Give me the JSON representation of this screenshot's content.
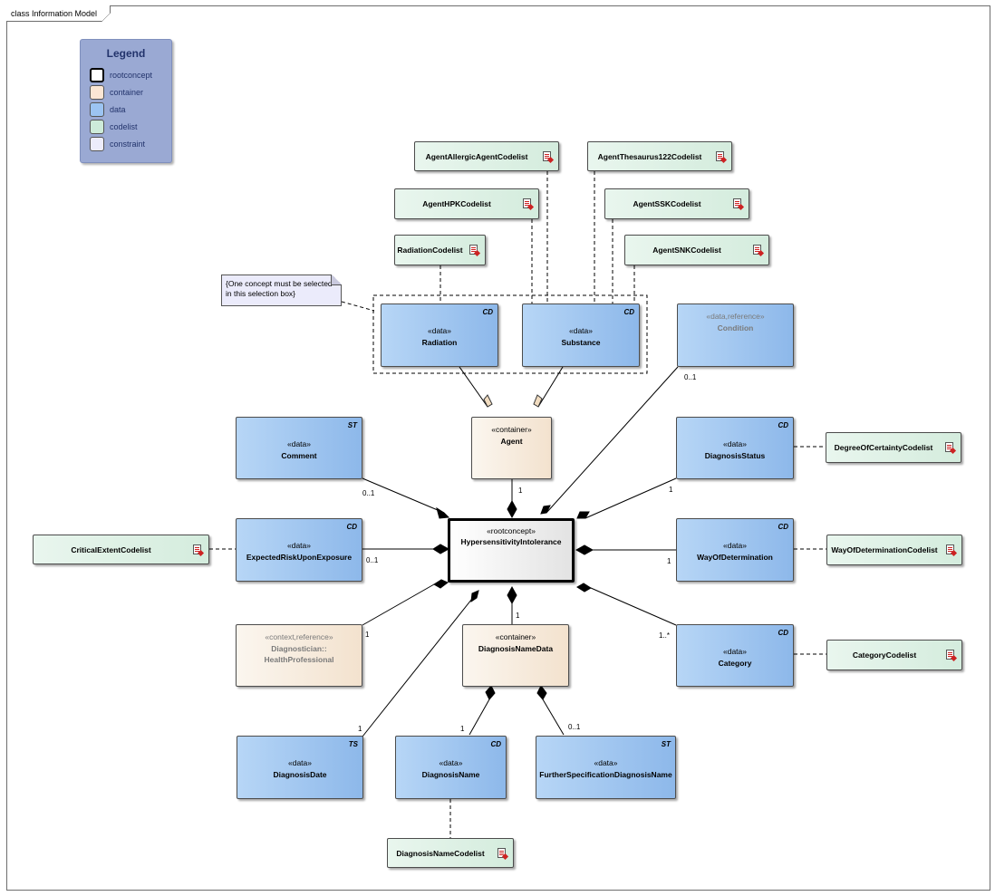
{
  "frame": {
    "title": "class Information Model"
  },
  "legend": {
    "title": "Legend",
    "items": [
      {
        "label": "rootconcept",
        "color": "#ffffff"
      },
      {
        "label": "container",
        "color": "#fbe6d4"
      },
      {
        "label": "data",
        "color": "#9cc4f2"
      },
      {
        "label": "codelist",
        "color": "#cdebd9"
      },
      {
        "label": "constraint",
        "color": "#ececfb"
      }
    ]
  },
  "note": {
    "text": "{One concept must be selected in this selection box}"
  },
  "nodes": {
    "root": {
      "stereotype": "«rootconcept»",
      "name": "HypersensitivityIntolerance"
    },
    "agent": {
      "stereotype": "«container»",
      "name": "Agent"
    },
    "diagnosis_name_data": {
      "stereotype": "«container»",
      "name": "DiagnosisNameData"
    },
    "radiation": {
      "stereotype": "«data»",
      "name": "Radiation",
      "type": "CD"
    },
    "substance": {
      "stereotype": "«data»",
      "name": "Substance",
      "type": "CD"
    },
    "condition": {
      "stereotype": "«data,reference»",
      "name": "Condition"
    },
    "comment": {
      "stereotype": "«data»",
      "name": "Comment",
      "type": "ST"
    },
    "expected_risk": {
      "stereotype": "«data»",
      "name": "ExpectedRiskUponExposure",
      "type": "CD"
    },
    "diagnostician": {
      "stereotype": "«context,reference»",
      "name": "Diagnostician::",
      "name2": "HealthProfessional"
    },
    "diagnosis_status": {
      "stereotype": "«data»",
      "name": "DiagnosisStatus",
      "type": "CD"
    },
    "way_of_determination": {
      "stereotype": "«data»",
      "name": "WayOfDetermination",
      "type": "CD"
    },
    "category": {
      "stereotype": "«data»",
      "name": "Category",
      "type": "CD"
    },
    "diagnosis_date": {
      "stereotype": "«data»",
      "name": "DiagnosisDate",
      "type": "TS"
    },
    "diagnosis_name": {
      "stereotype": "«data»",
      "name": "DiagnosisName",
      "type": "CD"
    },
    "further_spec": {
      "stereotype": "«data»",
      "name": "FurtherSpecificationDiagnosisName",
      "type": "ST"
    }
  },
  "codelists": {
    "agent_allergic": "AgentAllergicAgentCodelist",
    "agent_thesaurus": "AgentThesaurus122Codelist",
    "agent_hpk": "AgentHPKCodelist",
    "agent_ssk": "AgentSSKCodelist",
    "radiation": "RadiationCodelist",
    "agent_snk": "AgentSNKCodelist",
    "degree_of_certainty": "DegreeOfCertaintyCodelist",
    "critical_extent": "CriticalExtentCodelist",
    "way_of_determination": "WayOfDeterminationCodelist",
    "category": "CategoryCodelist",
    "diagnosis_name": "DiagnosisNameCodelist"
  },
  "multiplicities": {
    "condition": "0..1",
    "agent": "1",
    "comment": "0..1",
    "expected_risk": "0..1",
    "diagnosis_status": "1",
    "way_of_determination": "1",
    "diagnostician": "1",
    "diagnosis_name_data": "1",
    "category": "1..*",
    "diagnosis_date": "1",
    "diagnosis_name": "1",
    "further_spec": "0..1"
  }
}
